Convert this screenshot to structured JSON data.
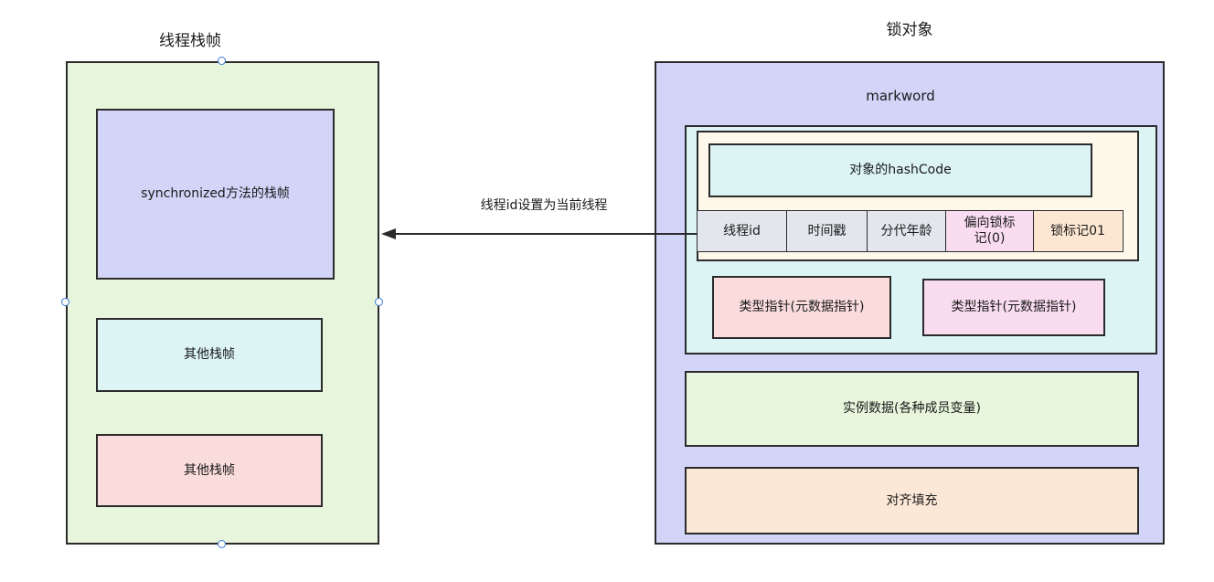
{
  "thread_stack": {
    "title": "线程栈帧",
    "sync_frame": "synchronized方法的栈帧",
    "other_frame_1": "其他栈帧",
    "other_frame_2": "其他栈帧"
  },
  "lock_object": {
    "title": "锁对象",
    "markword_label": "markword",
    "hashcode": "对象的hashCode",
    "fields": [
      "线程id",
      "时间戳",
      "分代年龄",
      "偏向锁标记(0)",
      "锁标记01"
    ],
    "type_pointer_1": "类型指针(元数据指针)",
    "type_pointer_2": "类型指针(元数据指针)",
    "instance_data": "实例数据(各种成员变量)",
    "padding": "对齐填充"
  },
  "arrow": {
    "label": "线程id设置为当前线程"
  },
  "colors": {
    "green_fill": "#e6f5dc",
    "lavender_fill": "#d2d5f8",
    "cyan_fill": "#dcf4f4",
    "pink_fill": "#fadcdc",
    "cream_fill": "#fdf8ea",
    "gray_fill": "#e3e6ec",
    "magenta_fill": "#f9dcf0",
    "peach_fill": "#fde6d2",
    "orange_fill": "#fce8d6"
  }
}
